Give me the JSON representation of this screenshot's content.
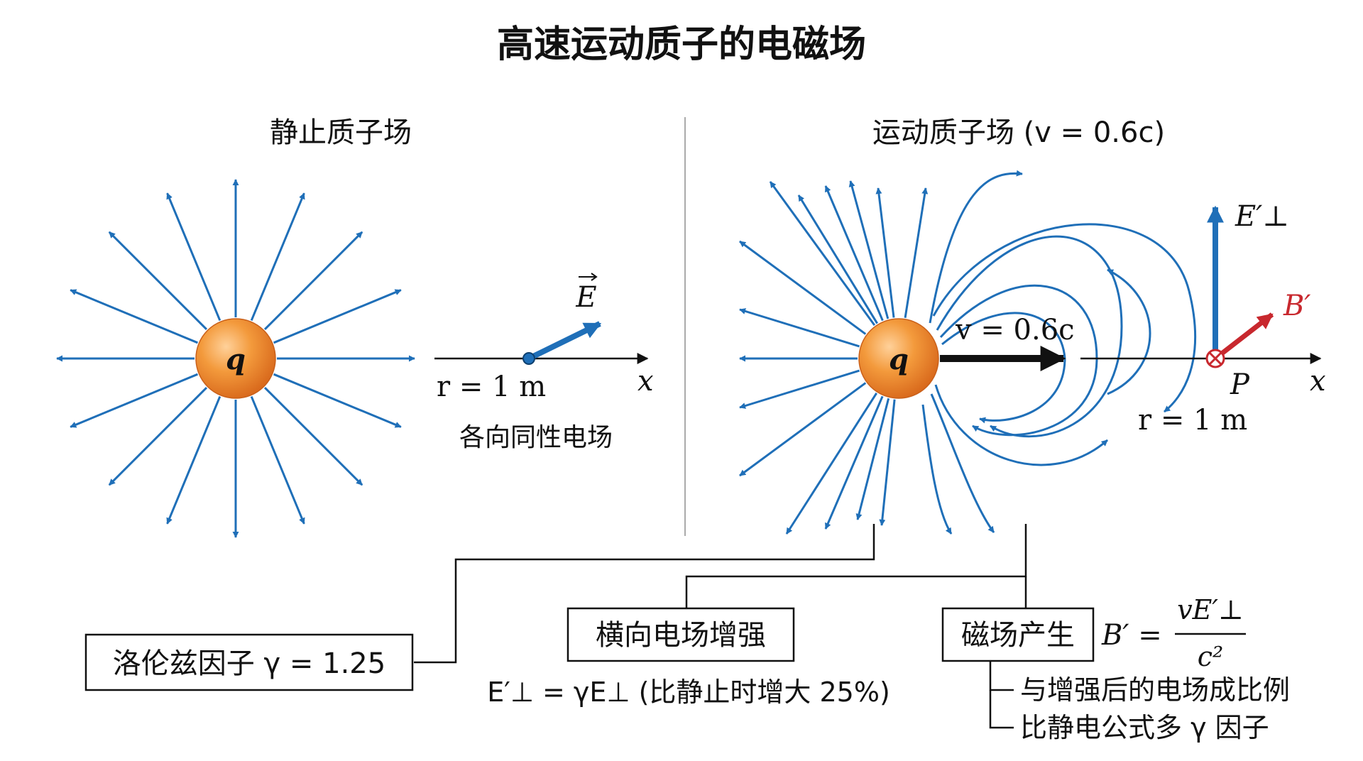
{
  "title": "高速运动质子的电磁场",
  "left_panel": {
    "heading": "静止质子场",
    "charge_label": "q",
    "e_vector_label": "E",
    "radius_label": "r = 1 m",
    "axis_label": "x",
    "caption": "各向同性电场"
  },
  "right_panel": {
    "heading": "运动质子场 (v = 0.6c)",
    "charge_label": "q",
    "velocity_label": "v = 0.6c",
    "e_perp_label": "E′⊥",
    "b_label": "B′",
    "point_label": "P",
    "radius_label": "r = 1 m",
    "axis_label": "x"
  },
  "annotations": {
    "lorentz": "洛伦兹因子 γ = 1.25",
    "transverse_box": "横向电场增强",
    "transverse_formula": "E′⊥ = γE⊥ (比静止时增大 25%)",
    "magnetic_box": "磁场产生",
    "magnetic_formula_lhs": "B′ =",
    "magnetic_formula_num": "vE′⊥",
    "magnetic_formula_den": "c²",
    "bullet_1": "与增强后的电场成比例",
    "bullet_2": "比静电公式多 γ 因子"
  },
  "colors": {
    "field_lines": "#1f6fb8",
    "charge_orange": "#f08a2c",
    "b_vector": "#c8282e",
    "black": "#111111"
  }
}
